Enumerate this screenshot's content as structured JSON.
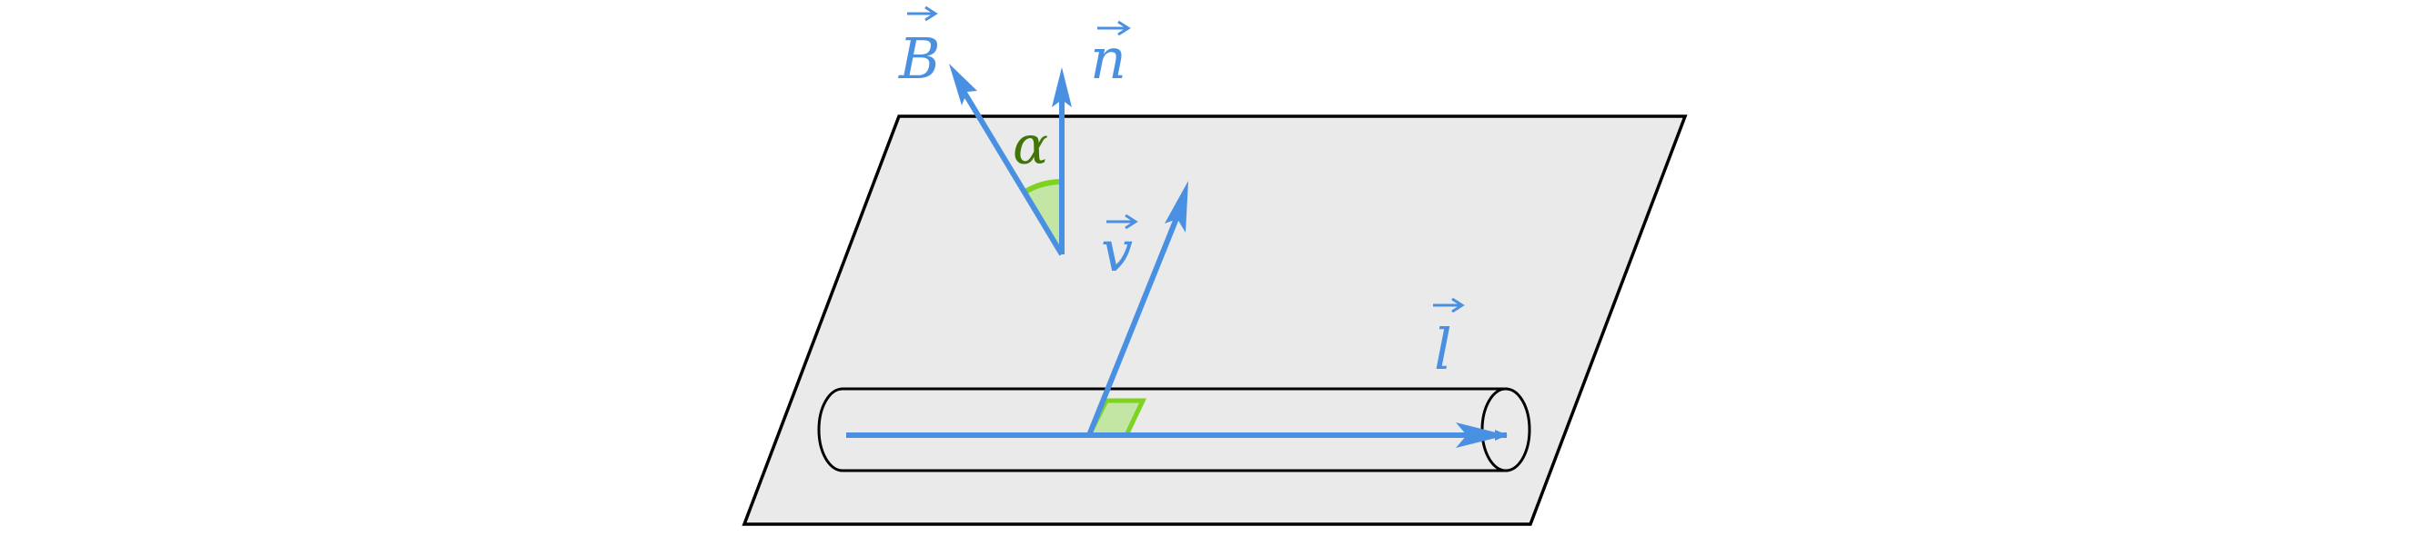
{
  "diagram": {
    "labels": {
      "B": "B",
      "n": "n",
      "v": "v",
      "l": "l",
      "alpha": "α"
    },
    "colors": {
      "vector": "#4A90E2",
      "angle_stroke": "#7ED321",
      "angle_fill": "#C3E6A4",
      "angle_label": "#417505",
      "plane_fill": "#EAEAEA",
      "outline": "#000000"
    }
  }
}
